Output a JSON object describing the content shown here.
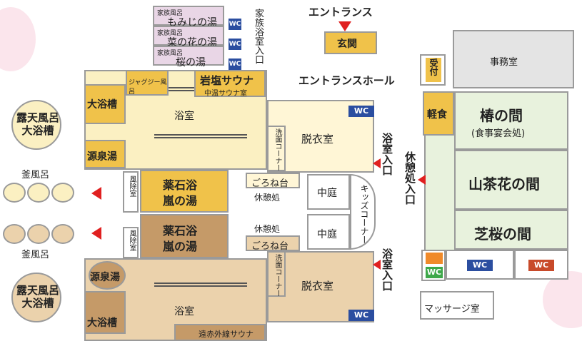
{
  "entrance": "エントランス",
  "genkan": "玄関",
  "entrance_hall": "エントランスホール",
  "uketsuke": "受付",
  "jimushitsu": "事務室",
  "keishoku": "軽食",
  "tsubaki": "椿の間",
  "tsubaki_sub": "(食事宴会処)",
  "sazanka": "山茶花の間",
  "shibazakura": "芝桜の間",
  "massage": "マッサージ室",
  "family_bath_label": "家族風呂",
  "family_baths": [
    "もみじの湯",
    "菜の花の湯",
    "桜の湯"
  ],
  "family_entrance": "家族浴室入口",
  "jacuzzi": "ジャグジー風呂",
  "ganen_sauna": "岩塩サウナ",
  "naka_sauna": "中温サウナ室",
  "ooyokuso": "大浴槽",
  "yokushitsu": "浴室",
  "gensen": "源泉湯",
  "rotenburo": "露天風呂大浴槽",
  "kamaburo": "釜風呂",
  "datsuishitsu": "脱衣室",
  "senmen": "洗面コーナー",
  "yakuseki": "薬石浴嵐の湯",
  "yakuseki_l1": "薬石浴",
  "yakuseki_l2": "嵐の湯",
  "fuyoshitsu": "風除室",
  "gorone": "ごろね台",
  "kyukei": "休憩処",
  "nakaniwa": "中庭",
  "kids": "キッズコーナー",
  "yokushitsu_iriguchi": "浴室入口",
  "kyukeijo_iriguchi": "休憩処入口",
  "enseki_sauna": "遠赤外線サウナ",
  "wc": "WC",
  "colors": {
    "wall": "#9a9a9a",
    "cream": "#fbf0c2",
    "orange": "#f0c24a",
    "tan": "#ebd2ac",
    "brown": "#c59a68",
    "lavender": "#e9d6e6",
    "green": "#e8f2dd",
    "wc_blue": "#2b4ea0",
    "wc_red": "#c84a2a",
    "arrow": "#e02020"
  }
}
